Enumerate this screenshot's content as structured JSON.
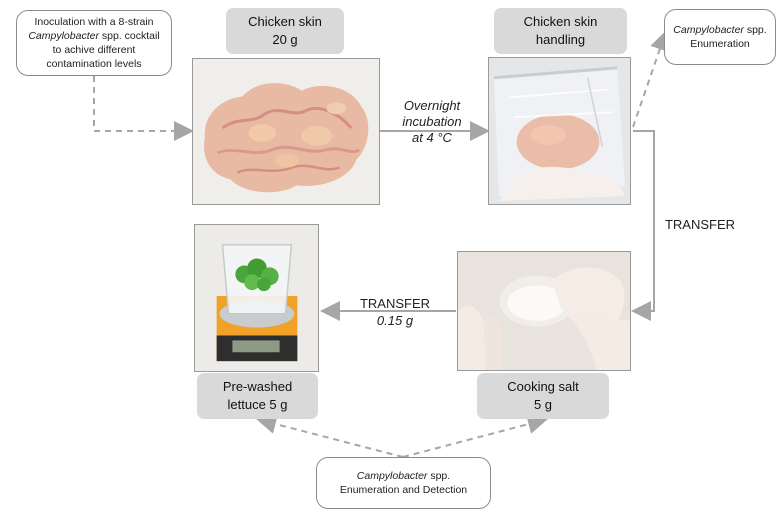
{
  "notes": {
    "inoculation": {
      "line1": "Inoculation with a 8-strain",
      "line2_italic": "Campylobacter",
      "line2_rest": " spp. cocktail",
      "line3": "to achive different",
      "line4": "contamination levels"
    },
    "enumeration": {
      "line1_italic": "Campylobacter",
      "line1_rest": " spp.",
      "line2": "Enumeration"
    },
    "enum_detection": {
      "line1_italic": "Campylobacter",
      "line1_rest": " spp.",
      "line2": "Enumeration and Detection"
    }
  },
  "labels": {
    "chicken_skin": {
      "line1": "Chicken skin",
      "line2": "20 g"
    },
    "handling": {
      "line1": "Chicken skin",
      "line2": "handling"
    },
    "lettuce": {
      "line1": "Pre-washed",
      "line2": "lettuce 5 g"
    },
    "salt": {
      "line1": "Cooking salt",
      "line2": "5 g"
    }
  },
  "arrows": {
    "incubation": {
      "line1": "Overnight",
      "line2": "incubation",
      "line3": "at 4 °C"
    },
    "transfer_right": "TRANSFER",
    "transfer_left": {
      "line1": "TRANSFER",
      "line2": "0.15 g"
    }
  },
  "photos": {
    "chicken_skin": "chicken-skin-photo",
    "handling": "chicken-skin-in-bag-photo",
    "lettuce": "lettuce-on-scale-photo",
    "salt": "salt-in-gloved-hand-photo"
  }
}
